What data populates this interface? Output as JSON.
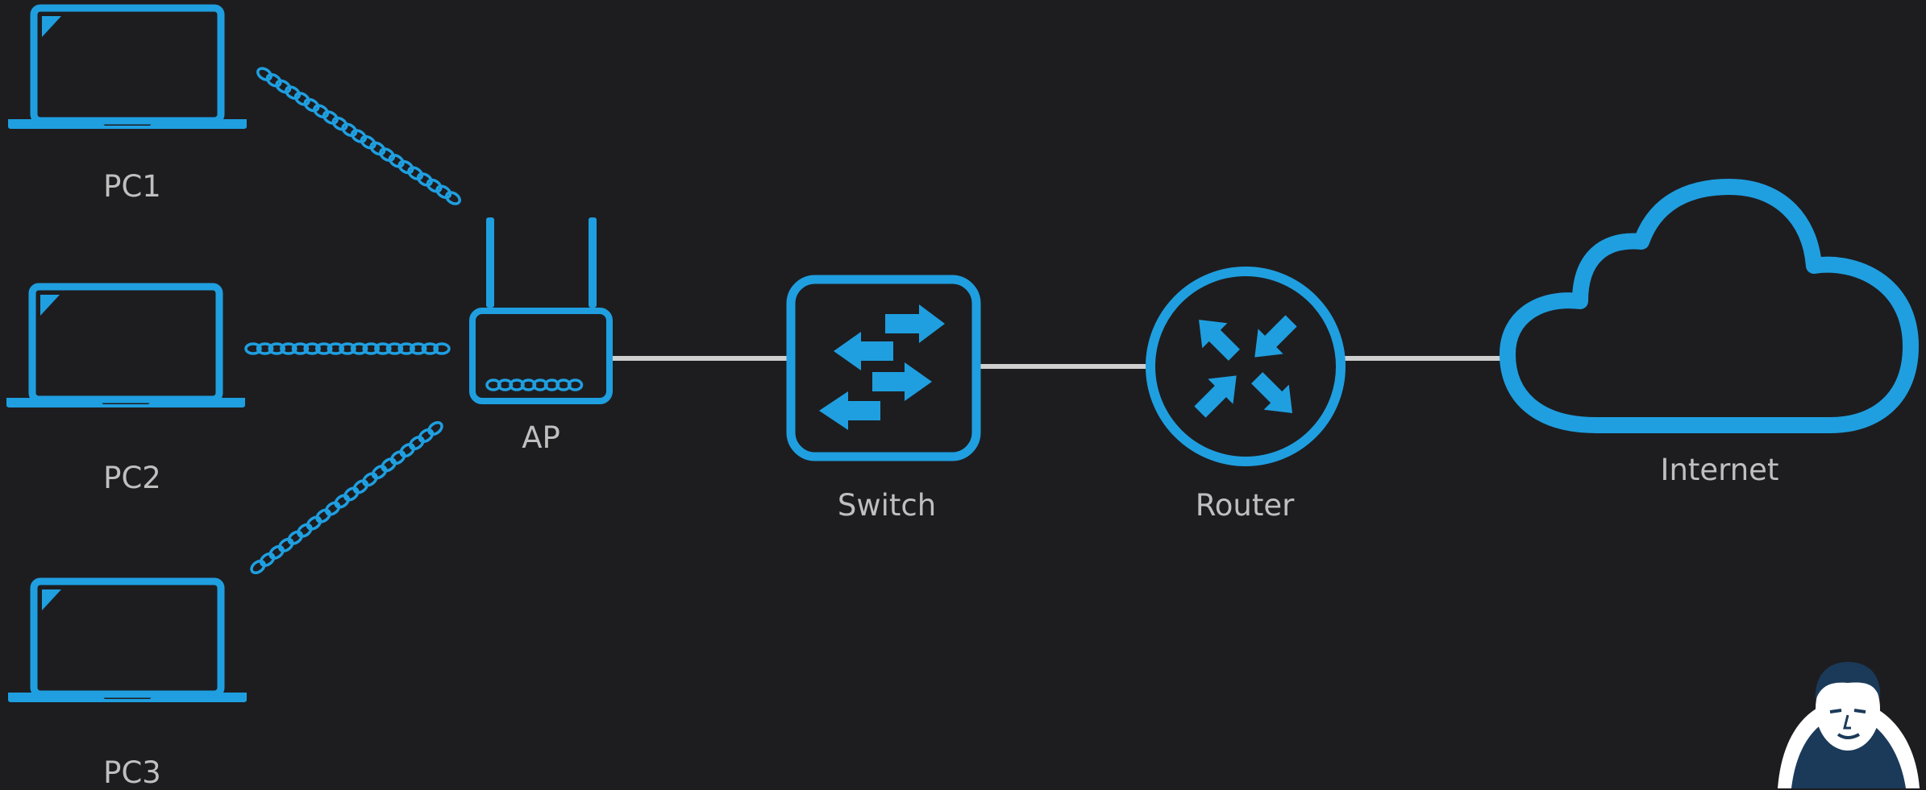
{
  "colors": {
    "background": "#1d1d20",
    "icon": "#1f9fe0",
    "wire": "#cfcfcf",
    "label": "#bfbfbf"
  },
  "nodes": {
    "pc1": {
      "label": "PC1",
      "icon": "laptop-icon"
    },
    "pc2": {
      "label": "PC2",
      "icon": "laptop-icon"
    },
    "pc3": {
      "label": "PC3",
      "icon": "laptop-icon"
    },
    "ap": {
      "label": "AP",
      "icon": "wireless-access-point-icon"
    },
    "switch": {
      "label": "Switch",
      "icon": "switch-icon"
    },
    "router": {
      "label": "Router",
      "icon": "router-icon"
    },
    "internet": {
      "label": "Internet",
      "icon": "cloud-icon"
    }
  },
  "links": [
    {
      "from": "pc1",
      "to": "ap",
      "kind": "wireless"
    },
    {
      "from": "pc2",
      "to": "ap",
      "kind": "wireless"
    },
    {
      "from": "pc3",
      "to": "ap",
      "kind": "wireless"
    },
    {
      "from": "ap",
      "to": "switch",
      "kind": "wired"
    },
    {
      "from": "switch",
      "to": "router",
      "kind": "wired"
    },
    {
      "from": "router",
      "to": "internet",
      "kind": "wired"
    }
  ],
  "watermark": {
    "icon": "presenter-logo-icon"
  }
}
